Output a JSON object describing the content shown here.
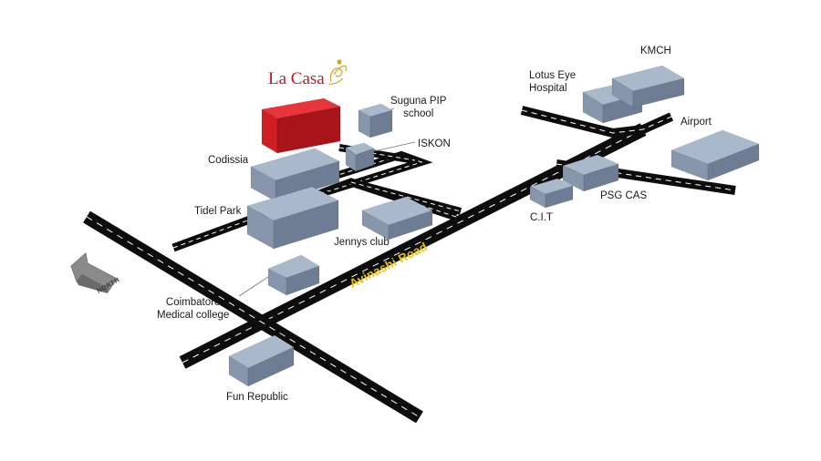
{
  "brand": {
    "name": "La Casa"
  },
  "road": {
    "name": "Avinashi Road"
  },
  "compass": {
    "label": "NORTH"
  },
  "landmarks": [
    {
      "id": "suguna",
      "label": "Suguna PIP\nschool"
    },
    {
      "id": "iskon",
      "label": "ISKON"
    },
    {
      "id": "codissia",
      "label": "Codissia"
    },
    {
      "id": "tidel",
      "label": "Tidel Park"
    },
    {
      "id": "jennys",
      "label": "Jennys club"
    },
    {
      "id": "cmc",
      "label": "Coimbatore\nMedical college"
    },
    {
      "id": "fun",
      "label": "Fun Republic"
    },
    {
      "id": "lotus",
      "label": "Lotus Eye\nHospital"
    },
    {
      "id": "kmch",
      "label": "KMCH"
    },
    {
      "id": "airport",
      "label": "Airport"
    },
    {
      "id": "psg",
      "label": "PSG CAS"
    },
    {
      "id": "cit",
      "label": "C.I.T"
    }
  ],
  "colors": {
    "road": "#0d0d0d",
    "road_marking": "#ffffff",
    "building_top": "#a9b8cb",
    "building_left": "#8796ab",
    "building_right": "#6e7d93",
    "highlight_top": "#e8343a",
    "highlight_left": "#d01e25",
    "highlight_right": "#a8141a",
    "compass_arrow": "#8a8a8a"
  }
}
